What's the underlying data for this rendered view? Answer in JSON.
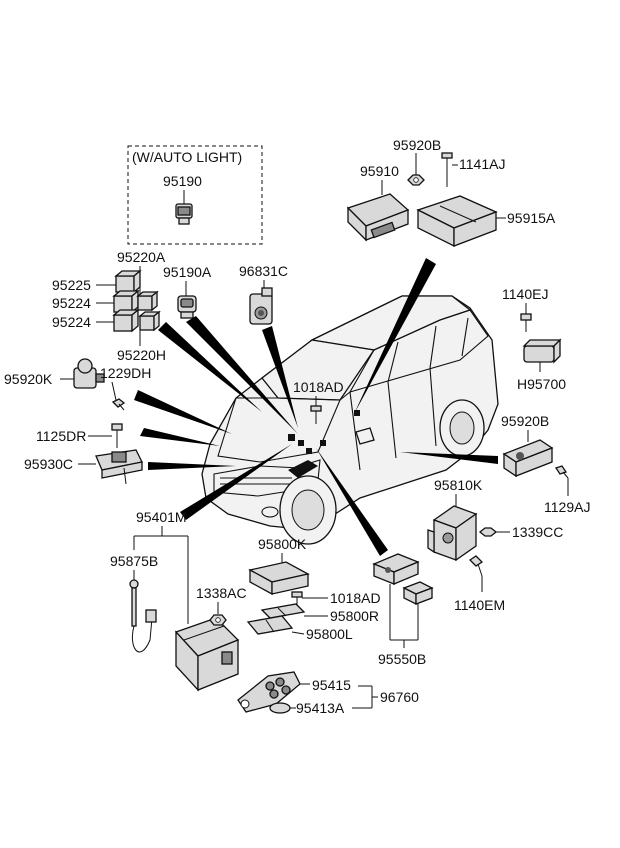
{
  "box_title": "(W/AUTO LIGHT)",
  "labels": {
    "p95190": "95190",
    "p95220A": "95220A",
    "p95225": "95225",
    "p95224a": "95224",
    "p95224b": "95224",
    "p95220H": "95220H",
    "p95190A": "95190A",
    "p96831C": "96831C",
    "p95920K": "95920K",
    "p1229DH": "1229DH",
    "p1125DR": "1125DR",
    "p95930C": "95930C",
    "p95920B_top": "95920B",
    "p95910": "95910",
    "p1141AJ": "1141AJ",
    "p95915A": "95915A",
    "p1140EJ": "1140EJ",
    "pH95700": "H95700",
    "p1018AD_top": "1018AD",
    "p95920B_right": "95920B",
    "p1129AJ": "1129AJ",
    "p95810K": "95810K",
    "p1339CC": "1339CC",
    "p1140EM": "1140EM",
    "p95401M": "95401M",
    "p95875B": "95875B",
    "p1338AC": "1338AC",
    "p95800K": "95800K",
    "p1018AD_bot": "1018AD",
    "p95800R": "95800R",
    "p95800L": "95800L",
    "p95550B": "95550B",
    "p95415": "95415",
    "p96760": "96760",
    "p95413A": "95413A"
  }
}
